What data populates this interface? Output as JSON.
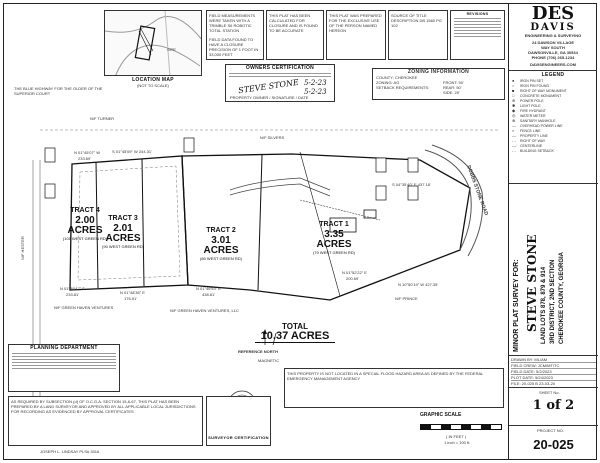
{
  "top_notes": {
    "note1": "FIELD MEASUREMENTS WERE TAKEN WITH A TRIMBLE S6 ROBOTIC TOTAL STATION",
    "note2": "FIELD DATA FOUND TO HAVE A CLOSURE PRECISION OF 1 FOOT IN 33,000 FEET",
    "note3": "THIS PLAT HAS BEEN CALCULATED FOR CLOSURE AND IS FOUND TO BE ACCURATE",
    "note4": "THIS PLAT WAS PREPARED FOR THE EXCLUSIVE USE OF THE PERSON NAMED HEREON",
    "note5": "SOURCE OF TITLE DESCRIPTION DB 1560 PG 102",
    "revisions_title": "REVISIONS"
  },
  "location_map": {
    "title": "LOCATION MAP",
    "subtitle": "(NOT TO SCALE)",
    "site": "SITE"
  },
  "owners_cert": {
    "title": "OWNERS CERTIFICATION",
    "name": "STEVE STONE",
    "date": "5-2-23",
    "caption": "PROPERTY OWNER / SIGNATURE / DATE"
  },
  "zoning": {
    "title": "ZONING INFORMATION",
    "county": "COUNTY: CHEROKEE",
    "zoning": "ZONING: AG",
    "setbacks": "SETBACK REQUIREMENTS:",
    "front": "FRONT: 50'",
    "rear": "REAR: 50'",
    "side": "SIDE: 25'"
  },
  "flood_note": "THE BLUE HIGHWAY FOR THE OLDER OF THE SUPERIOR COURT",
  "adjoiners": {
    "turner": "N/F TURNER",
    "silvers": "N/F SILVERS",
    "green_haven_1": "N/F GREEN HAVEN VENTURES",
    "green_haven_2": "N/F GREEN HAVEN VENTURES, LLC",
    "prince": "N/F PRINCE",
    "hester": "N/F HESTER"
  },
  "road": "DOBBS STONE ROAD",
  "tracts": [
    {
      "name": "TRACT 4",
      "acres": "2.00 ACRES",
      "sub": "(100 WEST GREEN RD)"
    },
    {
      "name": "TRACT 3",
      "acres": "2.01 ACRES",
      "sub": "(90 WEST GREEN RD)"
    },
    {
      "name": "TRACT 2",
      "acres": "3.01 ACRES",
      "sub": "(80 WEST GREEN RD)"
    },
    {
      "name": "TRACT 1",
      "acres": "3.35 ACRES",
      "sub": "(70 WEST GREEN RD)"
    }
  ],
  "bearings": {
    "b1": "N 01°45'07\" W",
    "b2": "S 01°45'09\" W 244.31'",
    "b3": "233.69'",
    "b4": "N 01°39'47\" E",
    "b5": "233.81'",
    "b6": "N 01°48'36\" E",
    "b7": "176.91'",
    "b8": "N 01°46'53\" E",
    "b9": "438.81'",
    "b10": "S 04°35'40\" E 437.18'",
    "b11": "N 01°52'22\" E",
    "b12": "200.69'",
    "b13": "N 10°50'19\" W 427.35'"
  },
  "total": {
    "label": "TOTAL",
    "acres": "10.37 ACRES"
  },
  "north": {
    "ref": "REFERENCE NORTH",
    "mag": "MAGNETIC"
  },
  "planning": {
    "title": "PLANNING DEPARTMENT"
  },
  "surveyor_cert": {
    "title": "SURVEYOR CERTIFICATION",
    "name": "JOSEPH L. LINDSAY PLS# 3316"
  },
  "bottom_note": "AS REQUIRED BY SUBSECTION (d) OF O.C.G.A. SECTION 15-6-67, THIS PLAT HAS BEEN PREPARED BY A LAND SURVEYOR AND APPROVED BY ALL APPLICABLE LOCAL JURISDICTIONS FOR RECORDING AS EVIDENCED BY APPROVAL CERTIFICATES",
  "flood_cert": "THIS PROPERTY IS NOT LOCATED IN A SPECIAL FLOOD HAZARD AREA AS DEFINED BY THE FEDERAL EMERGENCY MANAGEMENT AGENCY",
  "graphic_scale": {
    "title": "GRAPHIC SCALE",
    "unit": "( IN FEET )",
    "ratio": "1 inch = 100 ft."
  },
  "firm": {
    "logo": "DES",
    "logo2": "DAVIS",
    "sub": "ENGINEERING & SURVEYING",
    "addr1": "24 DAWSON VILLAGE",
    "addr2": "WAY SOUTH",
    "addr3": "DAWSONVILLE, GA 30534",
    "phone": "PHONE (706) 265-1234",
    "web": "DAVISENGINEERS.COM"
  },
  "legend": {
    "title": "LEGEND",
    "items": [
      "IRON PIN SET",
      "IRON PIN FOUND",
      "RIGHT OF WAY MONUMENT",
      "CONCRETE MONUMENT",
      "POWER POLE",
      "LIGHT POLE",
      "FIRE HYDRANT",
      "WATER METER",
      "SANITARY MANHOLE",
      "OVERHEAD POWER LINE",
      "FENCE LINE",
      "PROPERTY LINE",
      "RIGHT OF WAY",
      "CENTERLINE",
      "BUILDING SETBACK"
    ]
  },
  "plat_title": {
    "l1": "MINOR PLAT SURVEY FOR:",
    "l2": "STEVE STONE",
    "l3": "LAND LOTS 878, 879 & 914",
    "l4": "3RD DISTRICT, 2ND SECTION",
    "l5": "CHEROKEE COUNTY, GEORGIA"
  },
  "project_info": {
    "drawn": "DRAWN BY: ML/AM",
    "crew": "FIELD CREW: JCM/MT/TC",
    "field_date": "FIELD DATE: 5/2/2023",
    "plot_date": "PLOT DATE: 5/24/2023",
    "file": "FILE: 20-025 B 23-03-20"
  },
  "sheet": {
    "label": "SHEET No.",
    "of": "1 of 2"
  },
  "project": {
    "label": "PROJECT NO.",
    "no": "20-025"
  }
}
